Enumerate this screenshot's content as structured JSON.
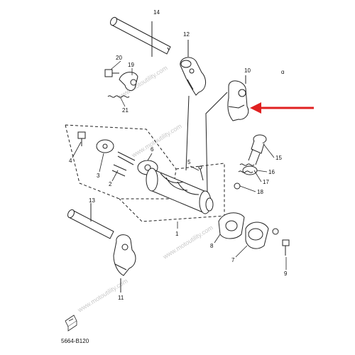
{
  "diagram": {
    "part_labels": {
      "p1": "1",
      "p2": "2",
      "p3": "3",
      "p4": "4",
      "p5": "5",
      "p6": "6",
      "p7": "7",
      "p8": "8",
      "p9": "9",
      "p10": "10",
      "p11": "11",
      "p12": "12",
      "p13": "13",
      "p14": "14",
      "p15": "15",
      "p16": "16",
      "p17": "17",
      "p18": "18",
      "p19": "19",
      "p20": "20",
      "p21": "21"
    },
    "drawing_code": "5664-B120",
    "watermarks": [
      "www.motoutility.com",
      "www.motoutility.com",
      "www.motoutility.com",
      "www.motoutility.com"
    ],
    "pointer_color": "#e02020",
    "line_color": "#222222"
  }
}
